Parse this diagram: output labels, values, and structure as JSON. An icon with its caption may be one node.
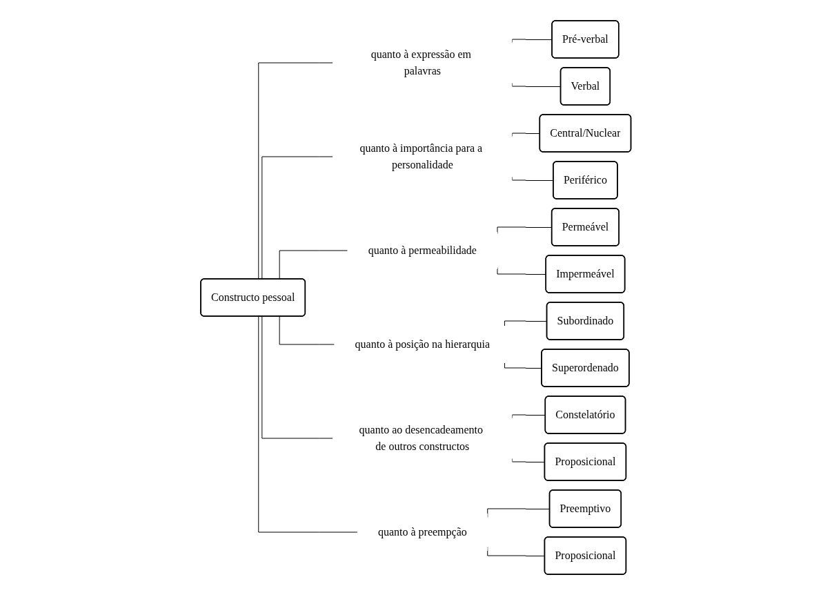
{
  "diagram": {
    "nodes": [
      {
        "text": [
          "Constructo pessoal"
        ]
      },
      {
        "text": [
          "quanto à expressão em palavras"
        ]
      },
      {
        "text": [
          "Pré-verbal"
        ]
      },
      {
        "text": [
          "Verbal"
        ]
      },
      {
        "text": [
          "quanto à importância para a personalidade"
        ]
      },
      {
        "text": [
          "Central/Nuclear"
        ]
      },
      {
        "text": [
          "Periférico"
        ]
      },
      {
        "text": [
          "quanto à permeabilidade"
        ]
      },
      {
        "text": [
          "Permeável"
        ]
      },
      {
        "text": [
          "Impermeável"
        ]
      },
      {
        "text": [
          "quanto à posição na hierarquia"
        ]
      },
      {
        "text": [
          "Subordinado"
        ]
      },
      {
        "text": [
          "Superordenado"
        ]
      },
      {
        "text": [
          "quanto ao desencadeamento de outros constructos"
        ]
      },
      {
        "text": [
          "Constelatório"
        ]
      },
      {
        "text": [
          "Proposicional"
        ]
      },
      {
        "text": [
          "quanto à preempção"
        ]
      },
      {
        "text": [
          "Preemptivo"
        ]
      },
      {
        "text": [
          "Proposicional"
        ]
      }
    ],
    "edges": [
      {
        "from": 0,
        "to": 1,
        "arrow": "none"
      },
      {
        "from": 1,
        "to": 2,
        "arrow": "none"
      },
      {
        "from": 1,
        "to": 3,
        "arrow": "none"
      },
      {
        "from": 0,
        "to": 4,
        "arrow": "none"
      },
      {
        "from": 4,
        "to": 5,
        "arrow": "none"
      },
      {
        "from": 4,
        "to": 6,
        "arrow": "none"
      },
      {
        "from": 0,
        "to": 7,
        "arrow": "none"
      },
      {
        "from": 7,
        "to": 8,
        "arrow": "none"
      },
      {
        "from": 7,
        "to": 9,
        "arrow": "none"
      },
      {
        "from": 0,
        "to": 10,
        "arrow": "none"
      },
      {
        "from": 10,
        "to": 11,
        "arrow": "none"
      },
      {
        "from": 10,
        "to": 12,
        "arrow": "none"
      },
      {
        "from": 0,
        "to": 13,
        "arrow": "none"
      },
      {
        "from": 13,
        "to": 14,
        "arrow": "none"
      },
      {
        "from": 13,
        "to": 15,
        "arrow": "none"
      },
      {
        "from": 0,
        "to": 16,
        "arrow": "none"
      },
      {
        "from": 16,
        "to": 17,
        "arrow": "none"
      },
      {
        "from": 16,
        "to": 18,
        "arrow": "none"
      }
    ]
  }
}
